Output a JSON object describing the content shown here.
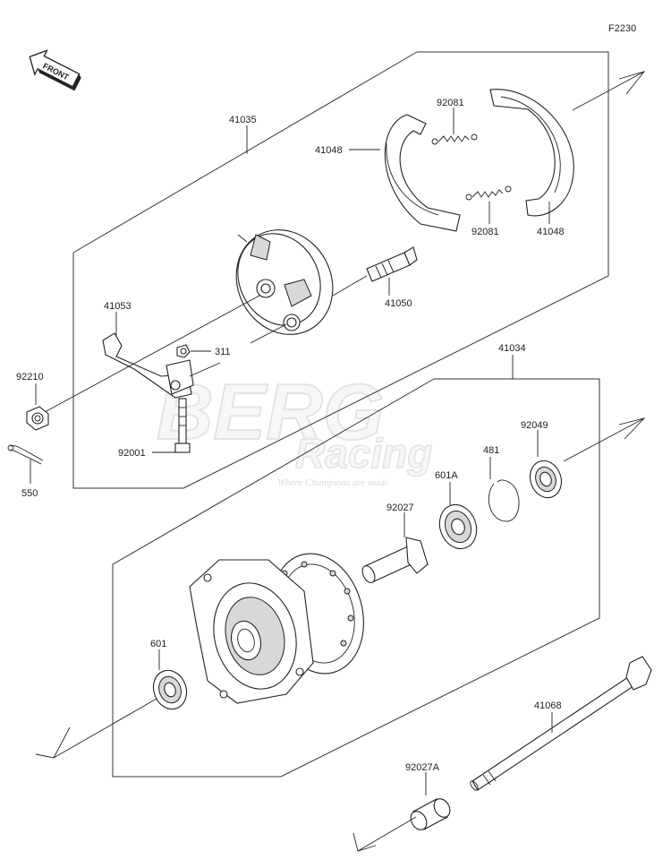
{
  "diagram_code": "F2230",
  "front_label": "FRONT",
  "watermark": {
    "line1": "BERG",
    "line2": "Racing",
    "tagline": "Where Champions are made"
  },
  "parts": {
    "p41035": "41035",
    "p41048a": "41048",
    "p41048b": "41048",
    "p92081a": "92081",
    "p92081b": "92081",
    "p41050": "41050",
    "p41053": "41053",
    "p311": "311",
    "p92210": "92210",
    "p92001": "92001",
    "p550": "550",
    "p41034": "41034",
    "p92049": "92049",
    "p481": "481",
    "p601A": "601A",
    "p92027": "92027",
    "p601": "601",
    "p41068": "41068",
    "p92027A": "92027A"
  }
}
